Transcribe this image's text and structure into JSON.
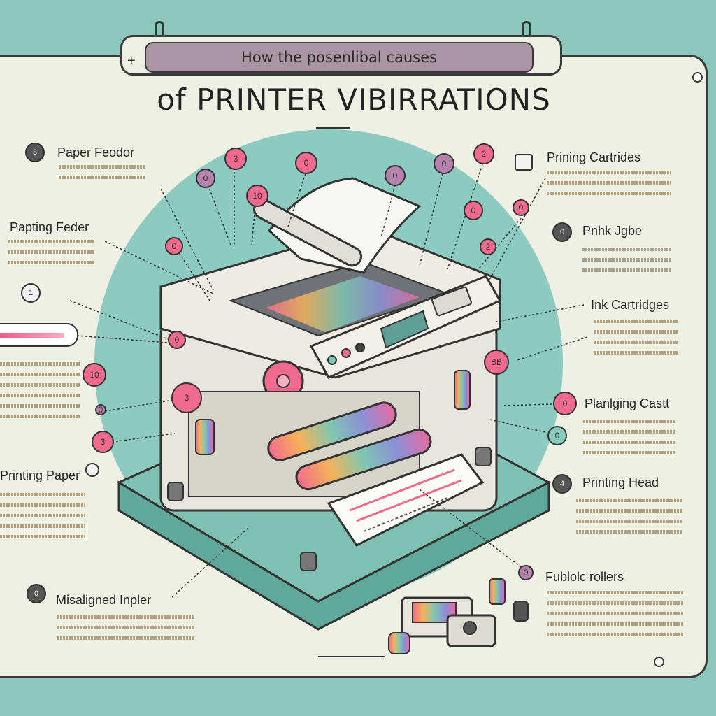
{
  "header": {
    "subtitle": "How the posenlibal causes",
    "title": "of PRINTER  VIBIRRATIONS",
    "tab_mark": "+"
  },
  "left_labels": {
    "paper_feeder": "Paper Feodor",
    "papting_feder": "Papting Feder",
    "printing_paper": "Printing Paper",
    "misaligned": "Misaligned Inpler"
  },
  "right_labels": {
    "cartridges": "Prining Cartrides",
    "pnhk": "Pnhk Jgbe",
    "ink": "Ink Cartridges",
    "planlging": "Planlging Castt",
    "printing_head": "Printing Head",
    "rollers": "Fublolc rollers"
  },
  "markers": {
    "left_badge_1": "3",
    "left_badge_2": "1",
    "left_badge_misaligned": "0",
    "right_badge_pnhk": "0",
    "right_badge_head": "4"
  },
  "callouts": {
    "c1": "3",
    "c2": "10",
    "c3": "2",
    "c4": "0",
    "c5": "0",
    "c6": "2",
    "c7": "0",
    "c8": "0",
    "c9": "0",
    "c10": "0",
    "c11": "10",
    "c12": "3",
    "c13": "3",
    "c14": "BB",
    "c15": "0",
    "c16": "0",
    "c17": "0"
  },
  "colors": {
    "background": "#8cc7bb",
    "board": "#eef0e4",
    "accent_pink": "#ee6a8e",
    "accent_purple": "#b583ad",
    "title_strip": "#ab94a3"
  }
}
